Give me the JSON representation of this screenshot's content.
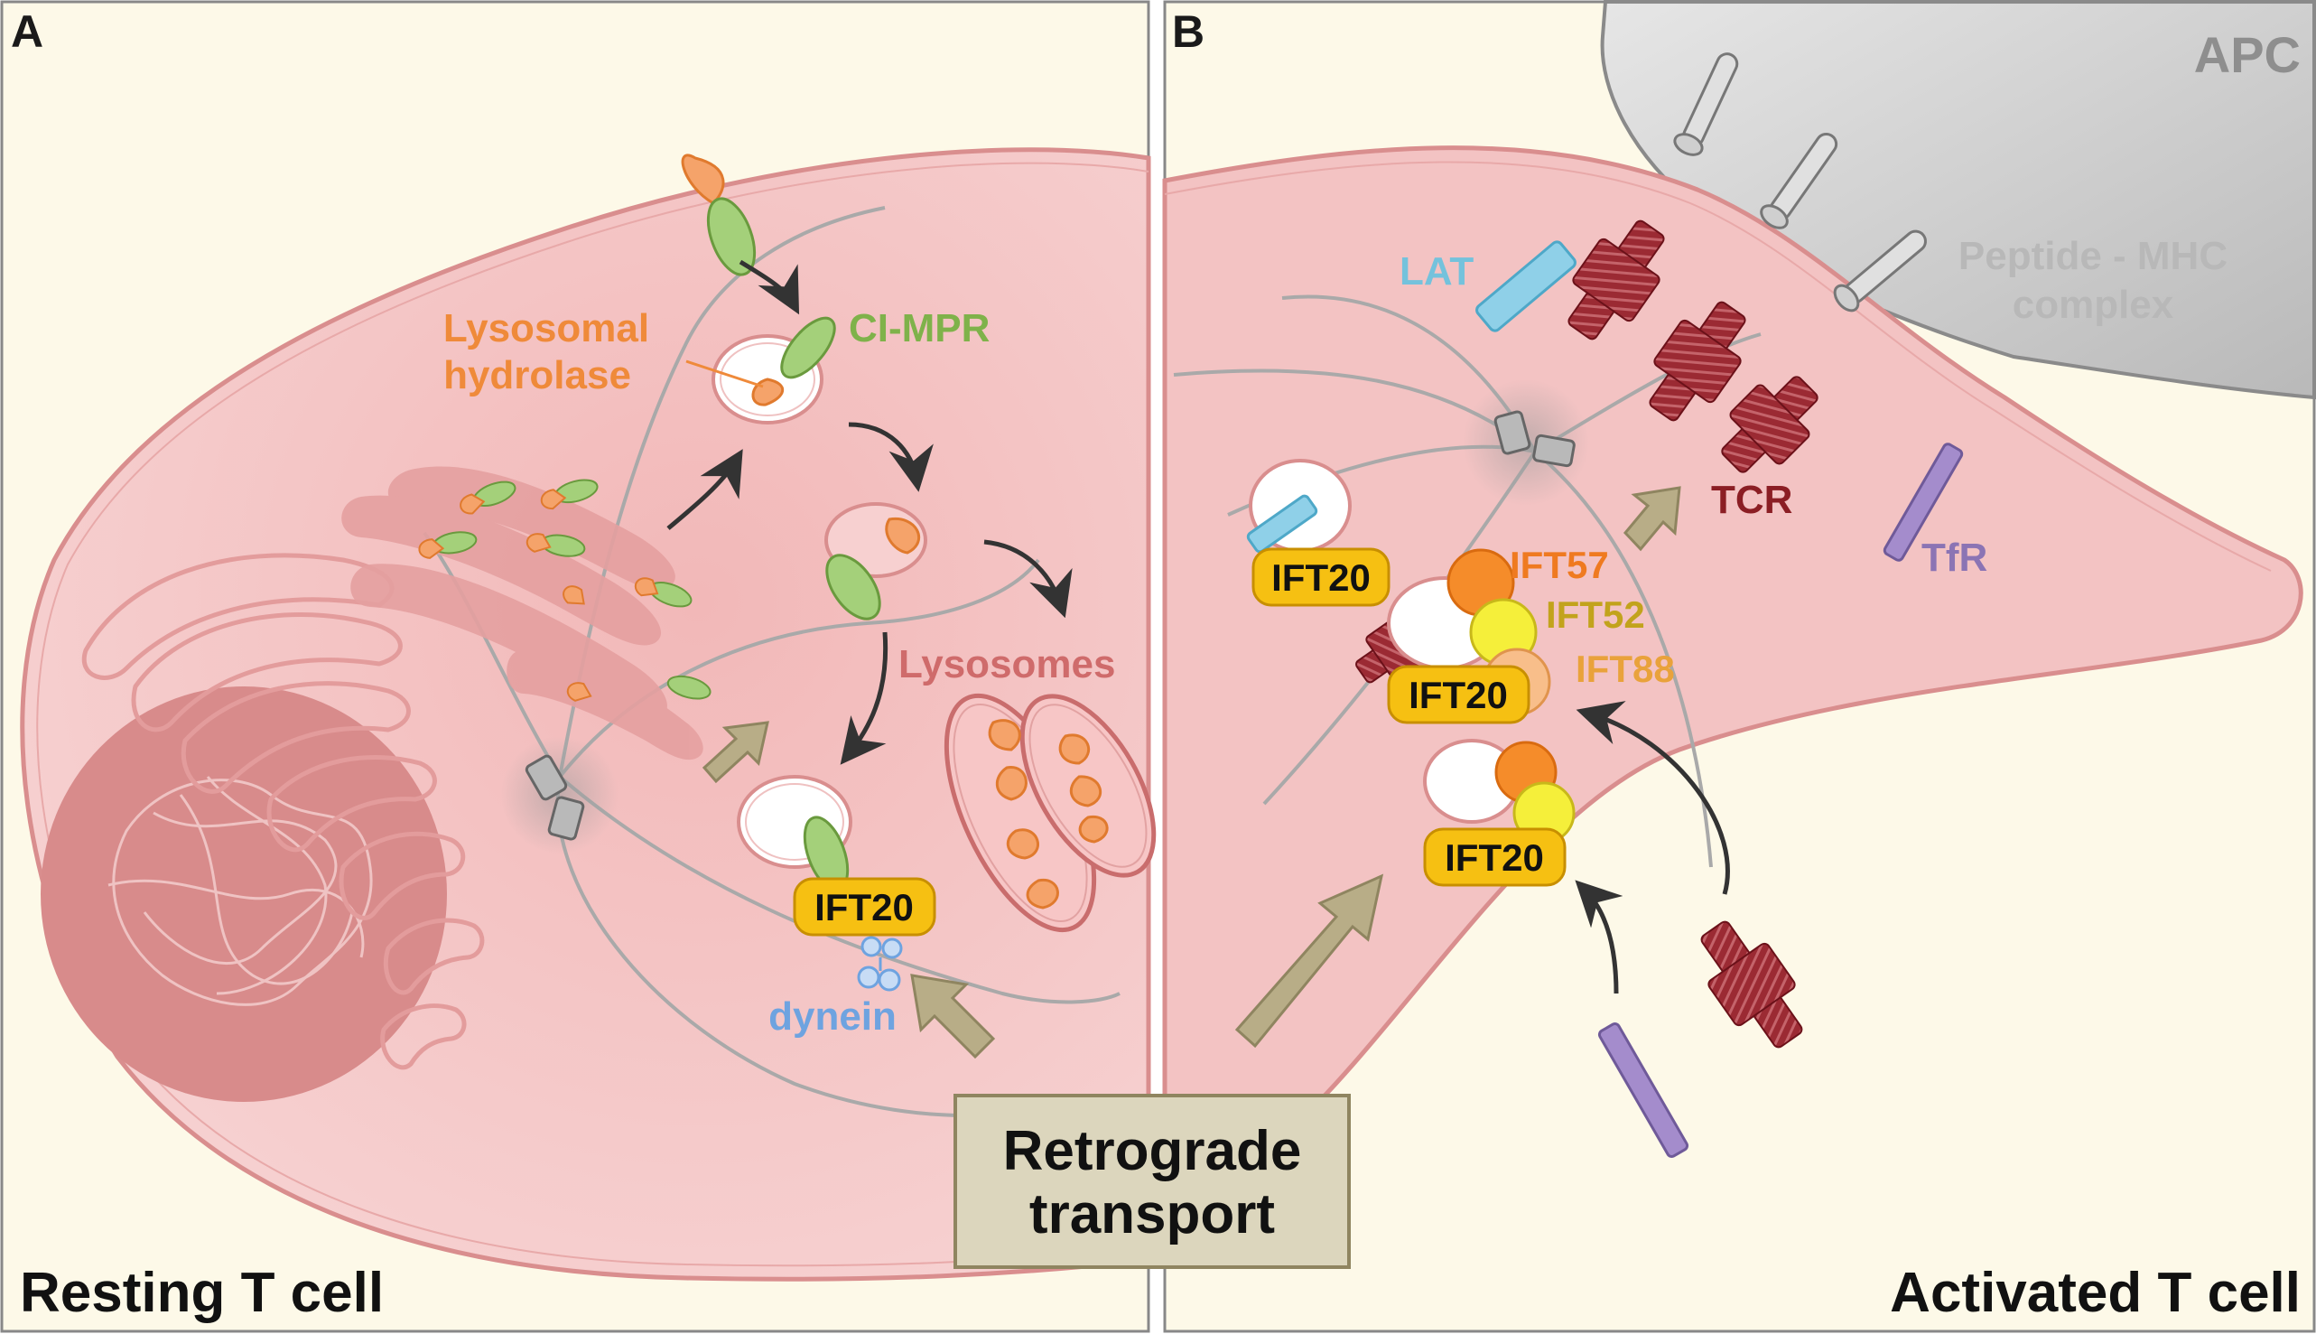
{
  "panels": {
    "a": {
      "letter": "A",
      "title": "Resting T cell",
      "labels": {
        "lysosomal_hydrolase_line1": "Lysosomal",
        "lysosomal_hydrolase_line2": "hydrolase",
        "ci_mpr": "CI-MPR",
        "lysosomes": "Lysosomes",
        "ift20": "IFT20",
        "dynein": "dynein"
      }
    },
    "b": {
      "letter": "B",
      "title": "Activated T cell",
      "labels": {
        "apc": "APC",
        "peptide_mhc_line1": "Peptide - MHC",
        "peptide_mhc_line2": "complex",
        "lat": "LAT",
        "tcr": "TCR",
        "tfr": "TfR",
        "ift57": "IFT57",
        "ift52": "IFT52",
        "ift88": "IFT88",
        "ift20_top": "IFT20",
        "ift20_mid": "IFT20",
        "ift20_bottom": "IFT20"
      }
    }
  },
  "retrograde": {
    "line1": "Retrograde",
    "line2": "transport"
  },
  "colors": {
    "panel_bg": "#fdf9e8",
    "cell_fill": "#f3c3c3",
    "cell_border": "#d98e8e",
    "nucleus": "#d88b8b",
    "arrow_olive": "#b8ad87",
    "ift_pill": "#f6c012",
    "tcr": "#9b2a33",
    "tfr": "#a48ccc",
    "lat": "#8fd0e8",
    "apc": "#c8c8c8"
  }
}
